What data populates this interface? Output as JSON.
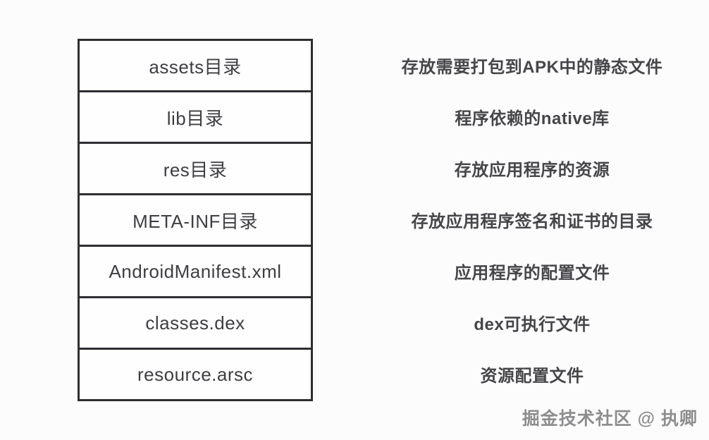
{
  "diagram": {
    "title_semantic": "APK file structure",
    "rows": [
      {
        "label": "assets目录",
        "description": "存放需要打包到APK中的静态文件"
      },
      {
        "label": "lib目录",
        "description": "程序依赖的native库"
      },
      {
        "label": "res目录",
        "description": "存放应用程序的资源"
      },
      {
        "label": "META-INF目录",
        "description": "存放应用程序签名和证书的目录"
      },
      {
        "label": "AndroidManifest.xml",
        "description": "应用程序的配置文件"
      },
      {
        "label": "classes.dex",
        "description": "dex可执行文件"
      },
      {
        "label": "resource.arsc",
        "description": "资源配置文件"
      }
    ]
  },
  "watermark": "掘金技术社区 @ 执卿",
  "colors": {
    "background": "#fcfcfc",
    "box_border": "#2e2e32",
    "box_fill": "#fefefe",
    "box_text": "#3e3e42",
    "description_text": "#46464a",
    "watermark_text": "#8d8d8f"
  }
}
